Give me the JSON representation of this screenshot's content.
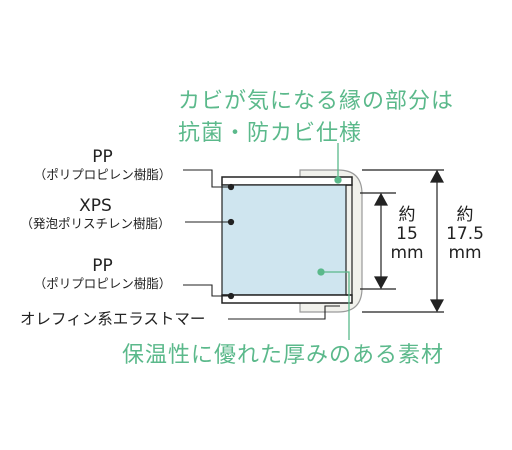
{
  "callouts": {
    "mold_resistant_line1": "カビが気になる縁の部分は",
    "mold_resistant_line2": "抗菌・防カビ仕様",
    "insulation": "保温性に優れた厚みのある素材"
  },
  "layers": {
    "top_pp": {
      "code": "PP",
      "name": "（ポリプロピレン樹脂）"
    },
    "core_xps": {
      "code": "XPS",
      "name": "（発泡ポリスチレン樹脂）"
    },
    "bottom_pp": {
      "code": "PP",
      "name": "（ポリプロピレン樹脂）"
    },
    "edge": {
      "name": "オレフィン系エラストマー"
    }
  },
  "dimensions": {
    "inner": {
      "prefix": "約",
      "value": "15",
      "unit": "mm"
    },
    "outer": {
      "prefix": "約",
      "value": "17.5",
      "unit": "mm"
    }
  },
  "colors": {
    "accent_green": "#5bb98b",
    "core_blue": "#cfe5ef",
    "edge_gray": "#f1f1ec"
  }
}
